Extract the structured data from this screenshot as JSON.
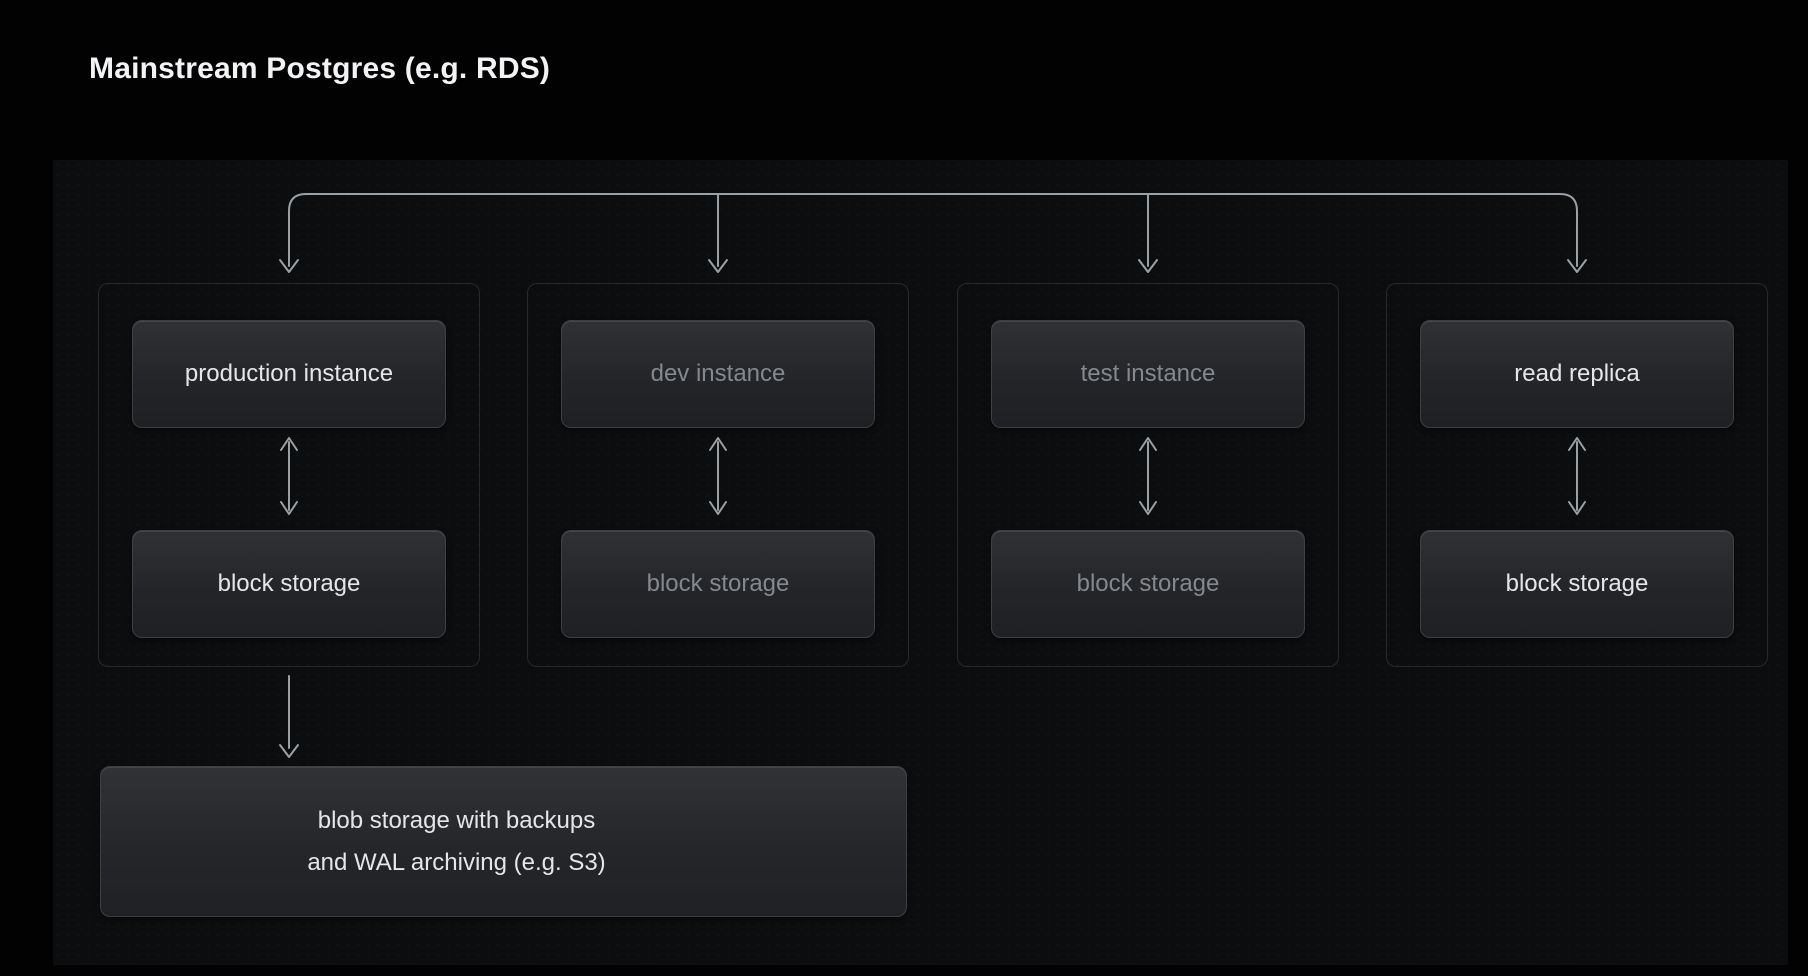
{
  "title": "Mainstream Postgres (e.g. RDS)",
  "colors": {
    "background": "#020202",
    "panel": "#0c0d0e",
    "connector": "#9aa0a4",
    "node_border": "#3c3f43",
    "group_border": "#27292c",
    "text_bright": "#e5e6e8",
    "text_dim": "#85898e",
    "text_title": "#f2f3f5"
  },
  "groups": [
    {
      "id": "production",
      "emphasis": "bright",
      "instance_label": "production instance",
      "storage_label": "block storage"
    },
    {
      "id": "dev",
      "emphasis": "dim",
      "instance_label": "dev instance",
      "storage_label": "block storage"
    },
    {
      "id": "test",
      "emphasis": "dim",
      "instance_label": "test instance",
      "storage_label": "block storage"
    },
    {
      "id": "read-replica",
      "emphasis": "bright",
      "instance_label": "read replica",
      "storage_label": "block storage"
    }
  ],
  "blob": {
    "line1": "blob storage with backups",
    "line2": "and WAL archiving (e.g. S3)"
  }
}
